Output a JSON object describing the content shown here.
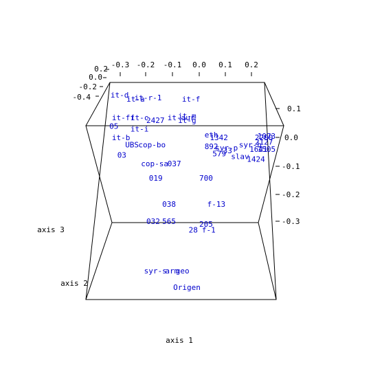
{
  "chart_data": {
    "type": "scatter",
    "projection": "3d",
    "title": "",
    "axis_labels": {
      "x": "axis 1",
      "y": "axis 2",
      "z": "axis 3"
    },
    "label_color": "#0000cc",
    "axis_color": "#000000",
    "xlim": [
      -0.35,
      0.25
    ],
    "ylim": [
      -0.45,
      0.25
    ],
    "zlim": [
      -0.35,
      0.15
    ],
    "x_ticks": [
      "-0.3",
      "-0.2",
      "-0.1",
      "0.0",
      "0.1",
      "0.2"
    ],
    "y_ticks": [
      "-0.4",
      "-0.2",
      "0.0",
      "0.2"
    ],
    "z_ticks": [
      "0.1",
      "0.0",
      "-0.1",
      "-0.2",
      "-0.3"
    ],
    "points": [
      {
        "label": "it-d",
        "x": -0.33,
        "y": 0.05,
        "z": 0.11
      },
      {
        "label": "it-a",
        "x": -0.27,
        "y": 0.05,
        "z": 0.095
      },
      {
        "label": "it-r-1",
        "x": -0.24,
        "y": 0.05,
        "z": 0.1
      },
      {
        "label": "it-f",
        "x": -0.06,
        "y": 0.05,
        "z": 0.095
      },
      {
        "label": "it-ff",
        "x": -0.33,
        "y": 0.0,
        "z": 0.06
      },
      {
        "label": "it-c",
        "x": -0.26,
        "y": 0.0,
        "z": 0.06
      },
      {
        "label": "2427",
        "x": -0.2,
        "y": 0.0,
        "z": 0.05
      },
      {
        "label": "it-aur",
        "x": -0.12,
        "y": 0.0,
        "z": 0.06
      },
      {
        "label": "it-g",
        "x": -0.08,
        "y": 0.0,
        "z": 0.05
      },
      {
        "label": "it-m",
        "x": -0.08,
        "y": 0.0,
        "z": 0.065
      },
      {
        "label": "05",
        "x": -0.34,
        "y": 0.0,
        "z": 0.03
      },
      {
        "label": "it-i",
        "x": -0.26,
        "y": 0.0,
        "z": 0.02
      },
      {
        "label": "it-b",
        "x": -0.33,
        "y": 0.0,
        "z": -0.01
      },
      {
        "label": "UBS",
        "x": -0.28,
        "y": 0.0,
        "z": -0.035
      },
      {
        "label": "cop-bo",
        "x": -0.23,
        "y": 0.0,
        "z": -0.035
      },
      {
        "label": "03",
        "x": -0.31,
        "y": 0.0,
        "z": -0.07
      },
      {
        "label": "cop-sa",
        "x": -0.22,
        "y": 0.0,
        "z": -0.1
      },
      {
        "label": "037",
        "x": -0.12,
        "y": 0.0,
        "z": -0.1
      },
      {
        "label": "019",
        "x": -0.19,
        "y": 0.0,
        "z": -0.15
      },
      {
        "label": "700",
        "x": 0.0,
        "y": 0.0,
        "z": -0.15
      },
      {
        "label": "eth",
        "x": 0.02,
        "y": 0.0,
        "z": 0.0
      },
      {
        "label": "1342",
        "x": 0.04,
        "y": 0.0,
        "z": -0.01
      },
      {
        "label": "892",
        "x": 0.02,
        "y": 0.0,
        "z": -0.04
      },
      {
        "label": "syr-p",
        "x": 0.06,
        "y": 0.0,
        "z": -0.045
      },
      {
        "label": "579",
        "x": 0.05,
        "y": 0.0,
        "z": -0.065
      },
      {
        "label": "33",
        "x": 0.09,
        "y": 0.0,
        "z": -0.055
      },
      {
        "label": "slav",
        "x": 0.12,
        "y": 0.0,
        "z": -0.075
      },
      {
        "label": "syr-h",
        "x": 0.15,
        "y": 0.0,
        "z": -0.035
      },
      {
        "label": "2200",
        "x": 0.21,
        "y": 0.0,
        "z": -0.01
      },
      {
        "label": "1073",
        "x": 0.22,
        "y": 0.0,
        "z": -0.005
      },
      {
        "label": "2127",
        "x": 0.21,
        "y": 0.0,
        "z": -0.025
      },
      {
        "label": "1505",
        "x": 0.22,
        "y": 0.0,
        "z": -0.05
      },
      {
        "label": "1641",
        "x": 0.19,
        "y": 0.0,
        "z": -0.05
      },
      {
        "label": "1424",
        "x": 0.18,
        "y": 0.0,
        "z": -0.085
      },
      {
        "label": "038",
        "x": -0.14,
        "y": 0.0,
        "z": -0.24
      },
      {
        "label": "f-13",
        "x": 0.03,
        "y": 0.0,
        "z": -0.24
      },
      {
        "label": "032",
        "x": -0.2,
        "y": 0.0,
        "z": -0.3
      },
      {
        "label": "565",
        "x": -0.14,
        "y": 0.0,
        "z": -0.3
      },
      {
        "label": "205",
        "x": 0.0,
        "y": 0.0,
        "z": -0.31
      },
      {
        "label": "28",
        "x": -0.04,
        "y": 0.0,
        "z": -0.33
      },
      {
        "label": "f-1",
        "x": 0.01,
        "y": 0.0,
        "z": -0.33
      },
      {
        "label": "syr-s",
        "x": -0.24,
        "y": -0.3,
        "z": -0.3
      },
      {
        "label": "arm",
        "x": -0.16,
        "y": -0.3,
        "z": -0.3
      },
      {
        "label": "geo",
        "x": -0.12,
        "y": -0.3,
        "z": -0.3
      },
      {
        "label": "Origen",
        "x": -0.14,
        "y": -0.4,
        "z": -0.3
      }
    ]
  }
}
